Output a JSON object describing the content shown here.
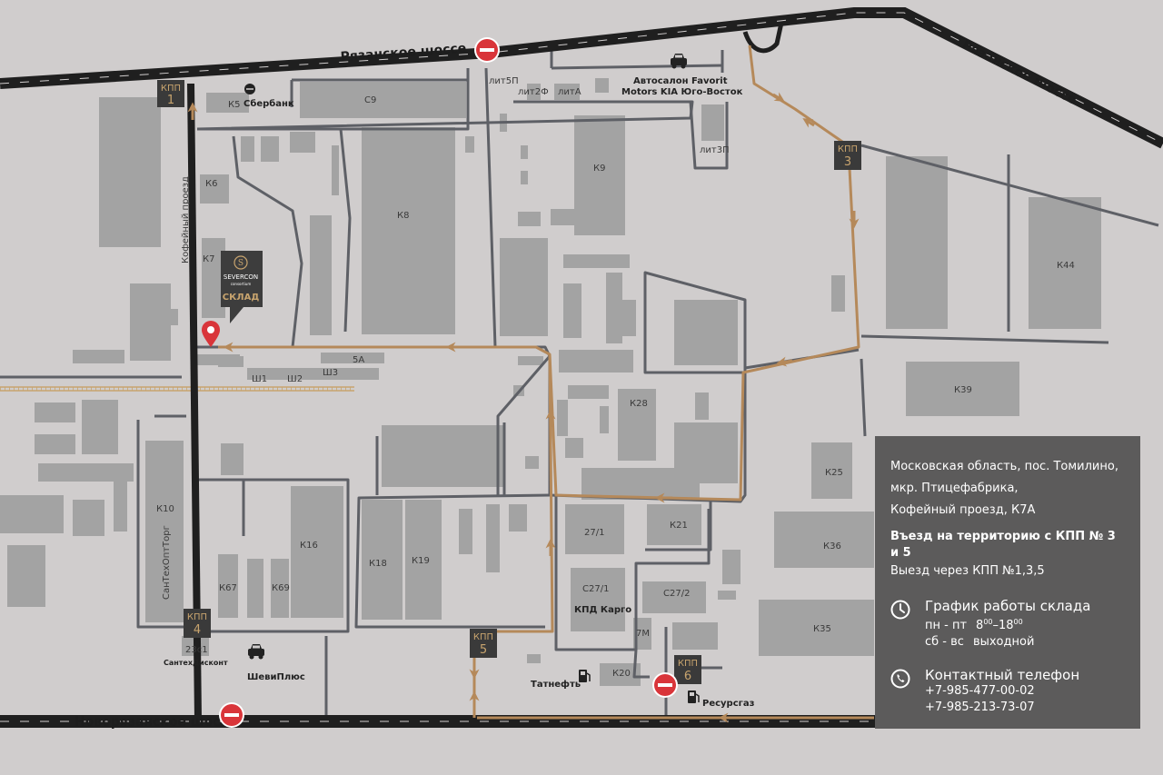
{
  "roads": {
    "ryazanskoe_top": "Рязанское шоссе",
    "ryazanskoe_right": "Рязанское шоссе",
    "novoryazanskoe": "Новорязанское шоссе",
    "kofeyny": "Кофейный проезд"
  },
  "checkpoints": [
    {
      "label": "КПП",
      "number": "1"
    },
    {
      "label": "КПП",
      "number": "3"
    },
    {
      "label": "КПП",
      "number": "4"
    },
    {
      "label": "КПП",
      "number": "5"
    },
    {
      "label": "КПП",
      "number": "6"
    }
  ],
  "buildings": {
    "k5": "К5",
    "c9": "С9",
    "lit5p": "лит5П",
    "lit2f": "лит2Ф",
    "lita": "литА",
    "k6": "К6",
    "k7": "К7",
    "k8": "К8",
    "k9": "К9",
    "lit3p": "лит3П",
    "k44": "К44",
    "a5": "5А",
    "sh1": "Ш1",
    "sh2": "Ш2",
    "sh3": "Ш3",
    "k28": "К28",
    "k39": "К39",
    "k25": "К25",
    "k10": "К10",
    "k16": "К16",
    "k18": "К18",
    "k19": "К19",
    "b27_1": "27/1",
    "k21": "К21",
    "k36": "К36",
    "c27_1": "С27/1",
    "c27_2": "С27/2",
    "k67": "К67",
    "k69": "К69",
    "m7": "7М",
    "k35": "К35",
    "c23_1": "23с1",
    "k20": "К20"
  },
  "businesses": {
    "sberbank": "Сбербанк",
    "favorit_1": "Автосалон Favorit",
    "favorit_2": "Motors KIA Юго-Восток",
    "santeh_opt": "СанТехОптТорг",
    "santeh_discount": "СантехДисконт",
    "shevi": "ШевиПлюс",
    "kpd": "КПД Карго",
    "tatneft": "Татнефть",
    "resursgaz": "Ресурсгаз"
  },
  "warehouse": {
    "brand": "SEVERCON",
    "brand_sub": "consortium",
    "label": "СКЛАД"
  },
  "info": {
    "address_line1": "Московская область, пос. Томилино,",
    "address_line2": "мкр. Птицефабрика,",
    "address_line3": "Кофейный проезд, К7А",
    "entry": "Въезд на территорию с КПП № 3 и 5",
    "exit": "Выезд через КПП №1,3,5",
    "schedule_title": "График работы склада",
    "weekdays_label": "пн - пт",
    "weekdays_start_h": "8",
    "weekdays_start_m": "00",
    "weekdays_end_h": "18",
    "weekdays_end_m": "00",
    "weekend_label": "сб - вс",
    "weekend_value": "выходной",
    "phone_title": "Контактный телефон",
    "phone1": "+7-985-477-00-02",
    "phone2": "+7-985-213-73-07"
  },
  "colors": {
    "background": "#d0cdcd",
    "building": "#a3a3a3",
    "road": "#1f1f1f",
    "street": "#5e6066",
    "route": "#b5895a",
    "panel": "#5c5b5b",
    "pin": "#d9353a"
  },
  "icons": [
    "clock-icon",
    "phone-icon",
    "car-icon",
    "no-entry-icon",
    "fuel-icon",
    "location-pin-icon",
    "bank-icon"
  ]
}
